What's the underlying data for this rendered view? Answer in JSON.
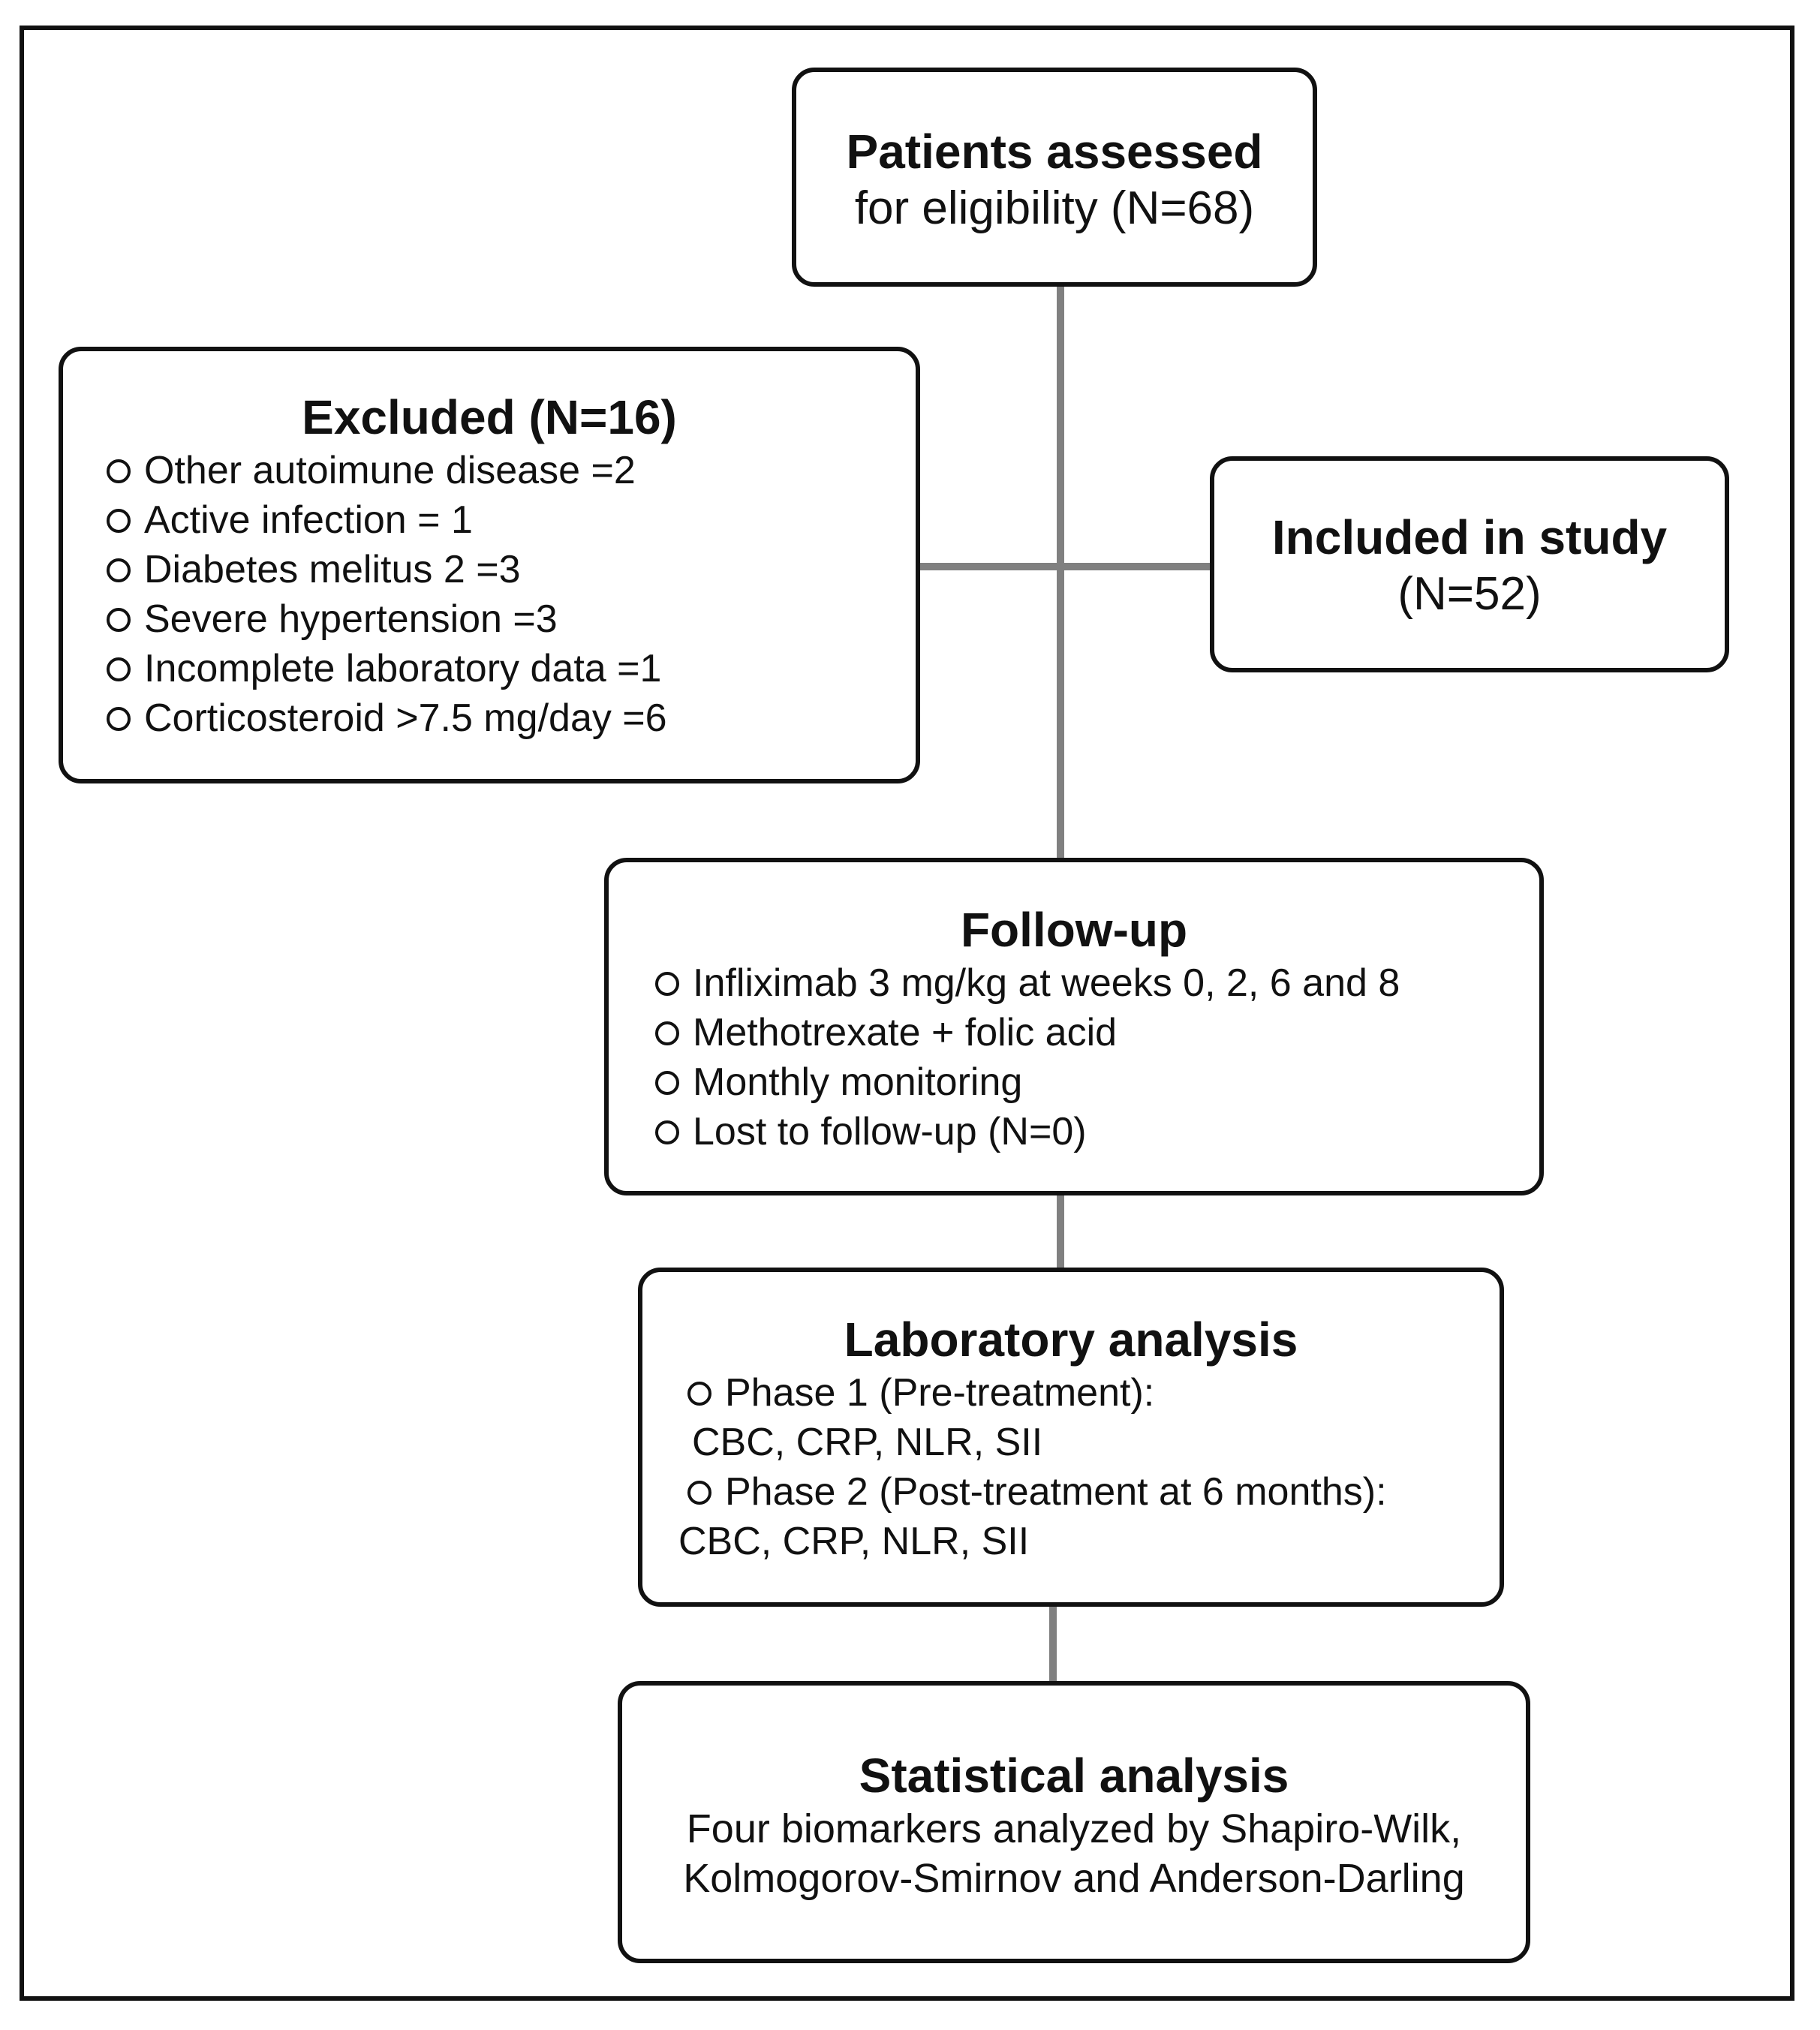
{
  "nodes": {
    "assessed": {
      "title": "Patients assessed",
      "subtitle": "for eligibility (N=68)"
    },
    "excluded": {
      "title": "Excluded (N=16)",
      "items": [
        "Other autoimune disease =2",
        "Active infection = 1",
        "Diabetes melitus 2 =3",
        "Severe hypertension  =3",
        "Incomplete laboratory data =1",
        "Corticosteroid >7.5 mg/day =6"
      ]
    },
    "included": {
      "title": "Included in study",
      "subtitle": "(N=52)"
    },
    "followup": {
      "title": "Follow-up",
      "items": [
        "Infliximab 3 mg/kg at weeks 0, 2, 6 and 8",
        "Methotrexate + folic acid",
        "Monthly monitoring",
        "Lost to follow-up (N=0)"
      ]
    },
    "laboratory": {
      "title": "Laboratory analysis",
      "phase1": "Phase 1 (Pre-treatment):",
      "phase1_detail": "CBC, CRP, NLR, SII",
      "phase2": "Phase 2 (Post-treatment at 6 months):",
      "phase2_detail": "CBC, CRP, NLR, SII"
    },
    "statistical": {
      "title": "Statistical analysis",
      "line1": "Four biomarkers analyzed by Shapiro-Wilk,",
      "line2": "Kolmogorov-Smirnov and Anderson-Darling"
    }
  },
  "colors": {
    "border": "#111111",
    "connector": "#808080",
    "background": "#ffffff"
  }
}
